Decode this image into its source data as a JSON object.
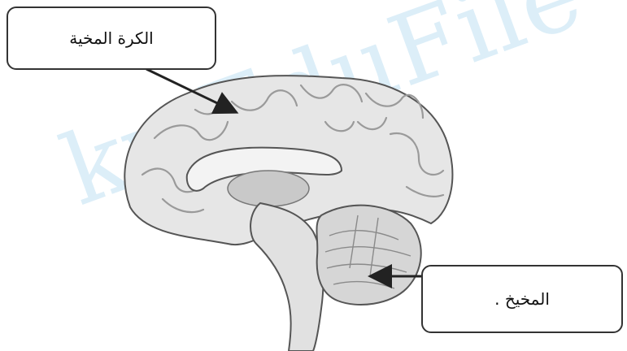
{
  "labels": {
    "cerebrum": "الكرة المخية",
    "cerebellum": "المخيخ ."
  },
  "watermark": {
    "text": "kwEduFile",
    "color": "#dceef8"
  },
  "colors": {
    "brain_fill": "#e2e2e2",
    "gyri": "#cfcfcf",
    "outline": "#555555",
    "arrow": "#222222",
    "box_border": "#333333"
  }
}
